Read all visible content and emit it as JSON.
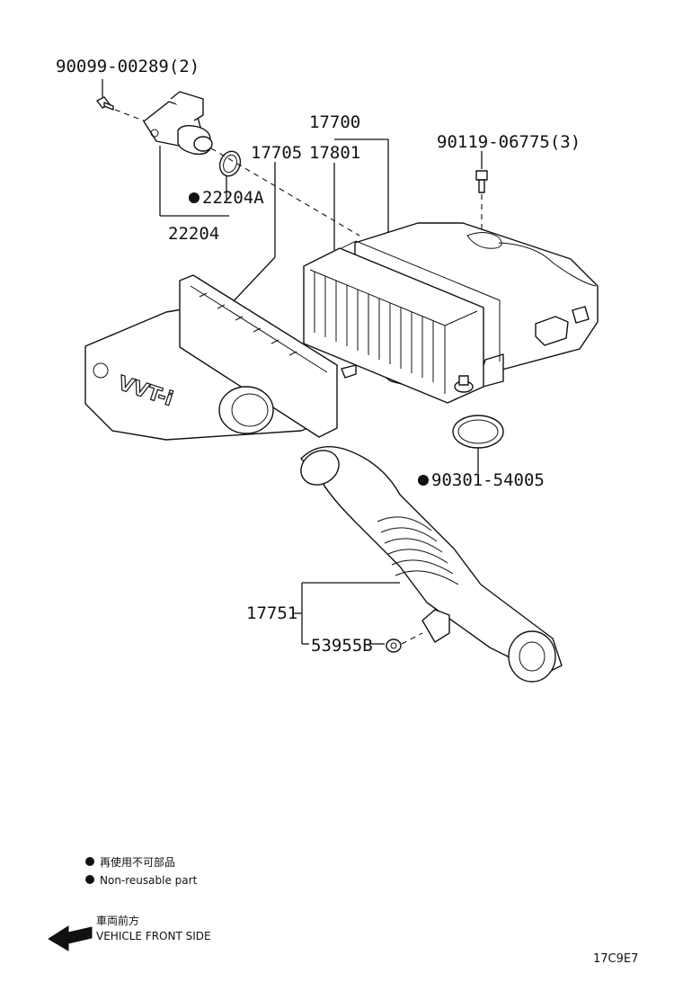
{
  "callouts": {
    "bolt_sensor": "90099-00289(2)",
    "sensor_assy": "22204",
    "sensor_gasket": "22204A",
    "case_assy": "17700",
    "element": "17801",
    "cap": "17705",
    "bolt_case": "90119-06775(3)",
    "oring": "90301-54005",
    "hose": "17751",
    "grommet": "53955B"
  },
  "cover_text": "VVT-i",
  "legend": {
    "nonreusable_jp": "再使用不可部品",
    "nonreusable_en": "Non-reusable part"
  },
  "direction": {
    "jp": "車両前方",
    "en": "VEHICLE FRONT SIDE"
  },
  "diagram_code": "17C9E7"
}
